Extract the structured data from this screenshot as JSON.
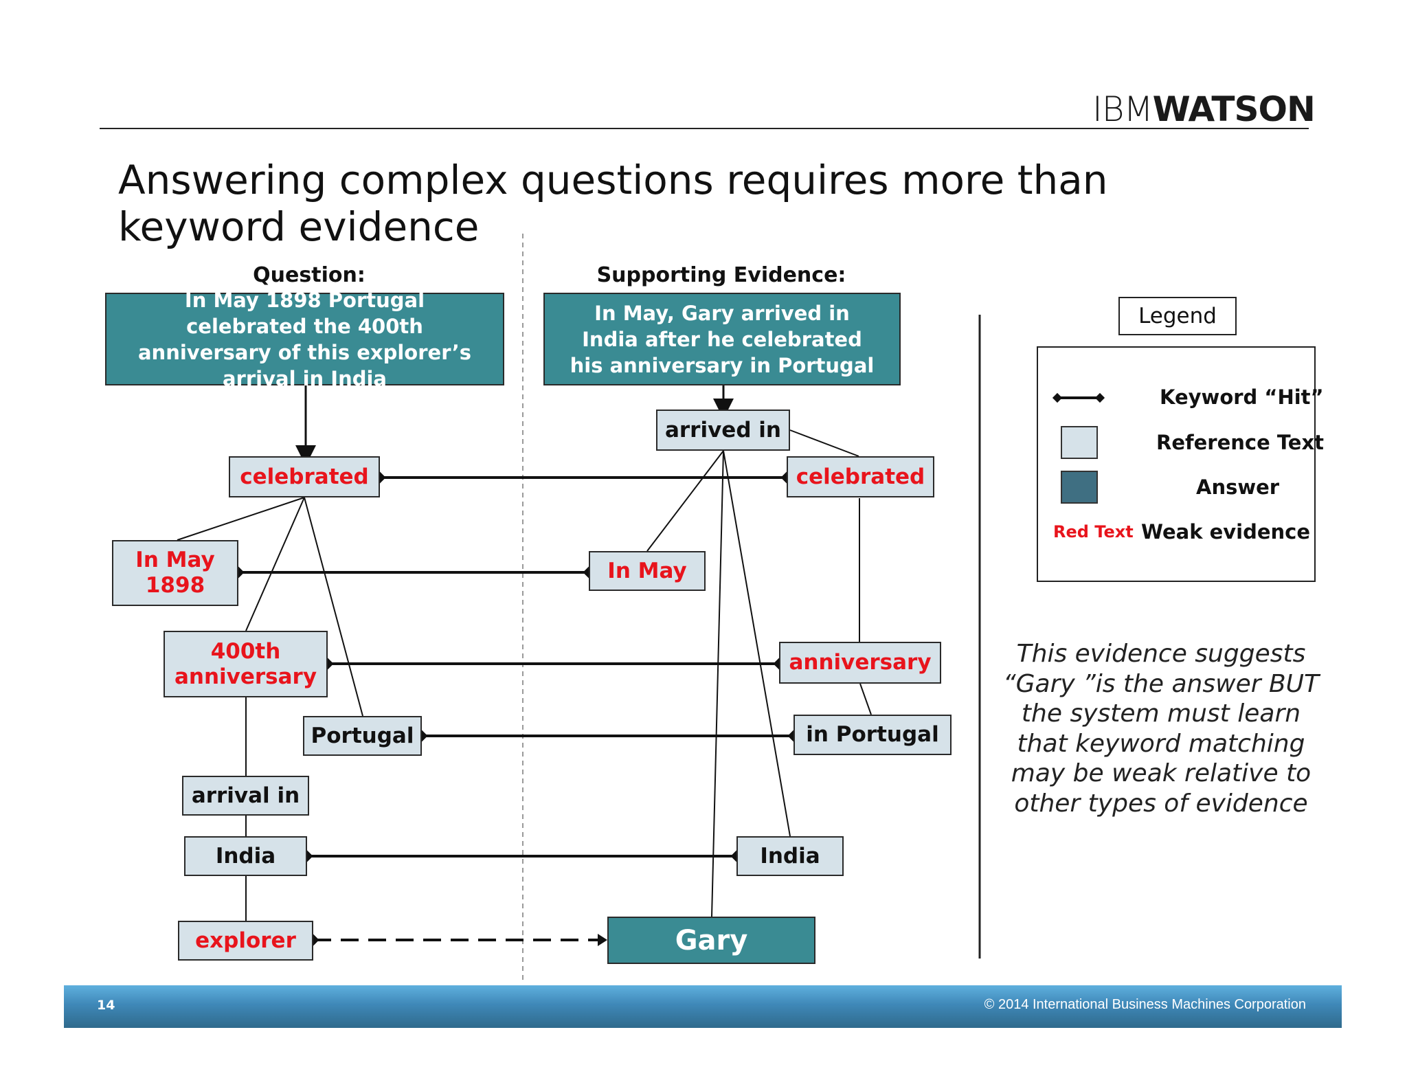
{
  "logo": {
    "ibm": "IBM",
    "watson": "WATSON"
  },
  "title": "Answering complex questions requires more than keyword evidence",
  "columns": {
    "question": "Question:",
    "evidence": "Supporting Evidence:"
  },
  "question_box": "In May 1898 Portugal celebrated the 400th anniversary of this explorer’s arrival in India",
  "evidence_box": "In May, Gary arrived in India after he celebrated his anniversary in Portugal",
  "question_nodes": {
    "celebrated": "celebrated",
    "in_may_1898": "In May 1898",
    "anniversary_400th": "400th anniversary",
    "portugal": "Portugal",
    "arrival_in": "arrival in",
    "india": "India",
    "explorer": "explorer"
  },
  "evidence_nodes": {
    "arrived_in": "arrived in",
    "celebrated": "celebrated",
    "in_may": "In May",
    "anniversary": "anniversary",
    "in_portugal": "in Portugal",
    "india": "India",
    "gary": "Gary"
  },
  "legend": {
    "title": "Legend",
    "keyword_hit": "Keyword “Hit”",
    "reference_text": "Reference Text",
    "answer": "Answer",
    "red_text": "Red Text",
    "weak_evidence": "Weak evidence"
  },
  "note": "This evidence suggests “Gary ”is the answer BUT the system must learn that keyword matching may be weak relative to other types of evidence",
  "footer": {
    "page": "14",
    "copyright": "© 2014 International Business Machines Corporation"
  },
  "colors": {
    "reference": "#d6e2e9",
    "answer": "#3a8b93",
    "legend_answer": "#3f6f82",
    "weak_red": "#e8141c"
  }
}
